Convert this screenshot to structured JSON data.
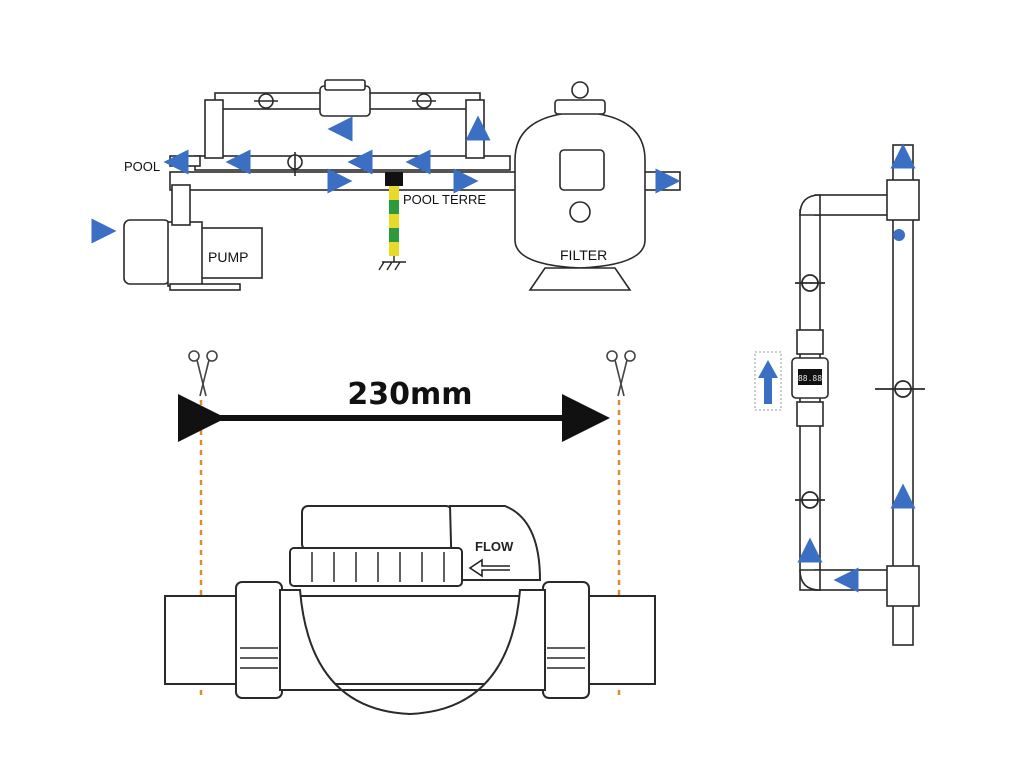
{
  "labels": {
    "pool": "POOL",
    "pool_terre": "POOL TERRE",
    "pump": "PUMP",
    "filter": "FILTER",
    "dimension": "230mm",
    "flow": "FLOW"
  },
  "controller_display": "88.88",
  "colors": {
    "flow_arrow": "#3b6fc4",
    "cut_line": "#e08a2c",
    "ground_green": "#2e9a3e",
    "ground_yellow": "#e8d92a",
    "line": "#2a2a2a"
  },
  "icons": [
    "scissors-icon",
    "flow-arrow-icon",
    "ground-icon",
    "valve-handle-icon"
  ]
}
